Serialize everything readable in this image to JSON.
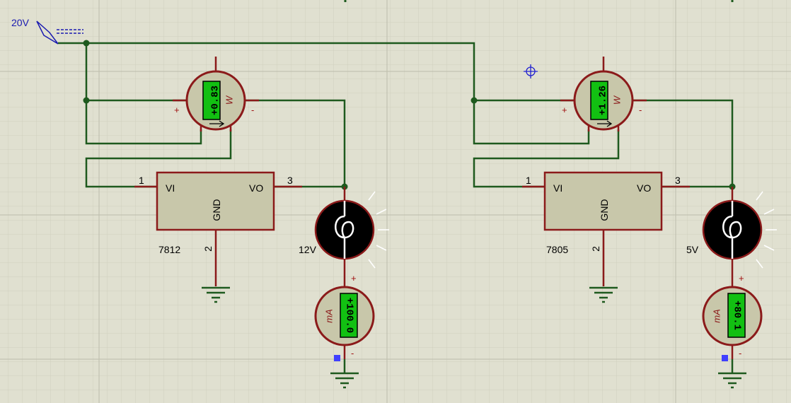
{
  "schematic": {
    "source": {
      "label": "20V"
    },
    "circuit_left": {
      "regulator": {
        "part": "7812",
        "pin_in": "VI",
        "pin_out": "VO",
        "pin_gnd": "GND",
        "num_in": "1",
        "num_out": "3",
        "num_gnd": "2"
      },
      "voltmeter": {
        "reading": "+0.83",
        "unit": "W",
        "plus": "+",
        "minus": "-"
      },
      "lamp": {
        "label": "12V"
      },
      "ammeter": {
        "reading": "+100.0",
        "unit": "mA",
        "plus": "+",
        "minus": "-"
      }
    },
    "circuit_right": {
      "regulator": {
        "part": "7805",
        "pin_in": "VI",
        "pin_out": "VO",
        "pin_gnd": "GND",
        "num_in": "1",
        "num_out": "3",
        "num_gnd": "2"
      },
      "voltmeter": {
        "reading": "+1.26",
        "unit": "W",
        "plus": "+",
        "minus": "-"
      },
      "lamp": {
        "label": "5V"
      },
      "ammeter": {
        "reading": "+80.1",
        "unit": "mA",
        "plus": "+",
        "minus": "-"
      }
    }
  },
  "colors": {
    "background": "#e0e0d0",
    "grid": "#c9c9b8",
    "wire": "#1e5a1e",
    "component_outline": "#8b1a1a",
    "component_fill": "#c8c7aa",
    "meter_display": "#12c012",
    "marker": "#4040ff"
  }
}
